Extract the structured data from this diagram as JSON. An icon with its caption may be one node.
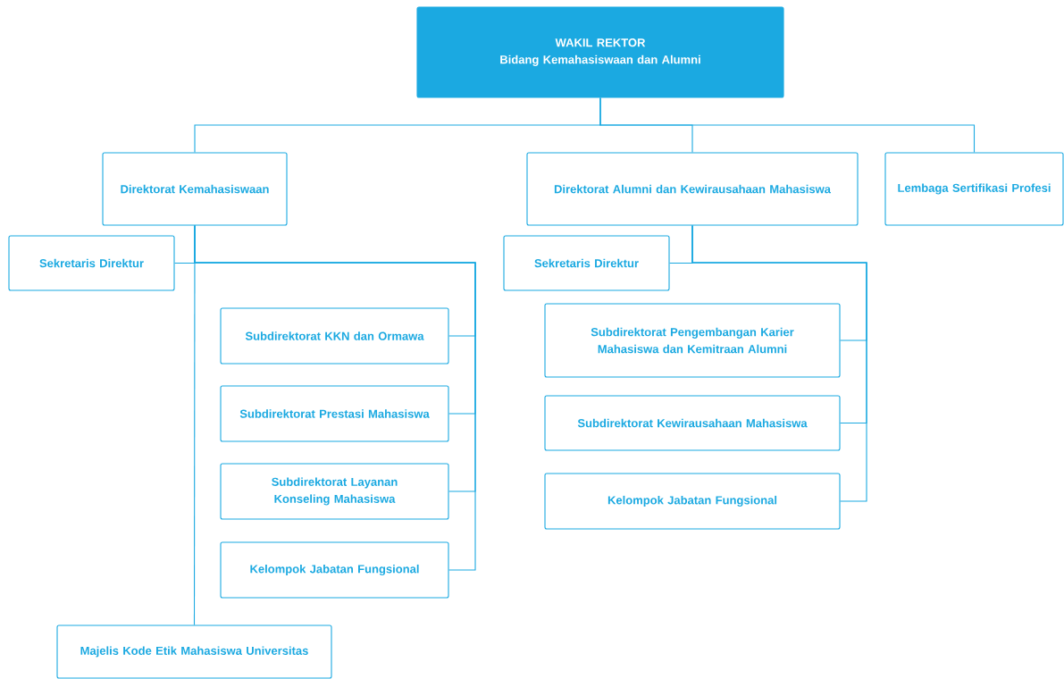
{
  "diagram": {
    "nodes": [
      {
        "text": [
          "WAKIL REKTOR",
          "Bidang Kemahasiswaan dan Alumni"
        ]
      },
      {
        "text": [
          "Direktorat Kemahasiswaan"
        ]
      },
      {
        "text": [
          "Direktorat Alumni dan Kewirausahaan Mahasiswa"
        ]
      },
      {
        "text": [
          "Lembaga Sertifikasi Profesi"
        ]
      },
      {
        "text": [
          "Sekretaris Direktur"
        ]
      },
      {
        "text": [
          "Subdirektorat KKN dan Ormawa"
        ]
      },
      {
        "text": [
          "Subdirektorat Prestasi Mahasiswa"
        ]
      },
      {
        "text": [
          "Subdirektorat Layanan Konseling Mahasiswa"
        ]
      },
      {
        "text": [
          "Kelompok Jabatan Fungsional"
        ]
      },
      {
        "text": [
          "Sekretaris Direktur"
        ]
      },
      {
        "text": [
          "Subdirektorat Pengembangan Karier Mahasiswa dan Kemitraan Alumni"
        ]
      },
      {
        "text": [
          "Subdirektorat Kewirausahaan Mahasiswa"
        ]
      },
      {
        "text": [
          "Kelompok Jabatan Fungsional"
        ]
      },
      {
        "text": [
          "Majelis Kode Etik Mahasiswa Universitas"
        ]
      }
    ],
    "edges": [
      {
        "from": 0,
        "to": 1,
        "arrow": "none"
      },
      {
        "from": 0,
        "to": 2,
        "arrow": "none"
      },
      {
        "from": 0,
        "to": 3,
        "arrow": "none"
      },
      {
        "from": 1,
        "to": 4,
        "arrow": "none"
      },
      {
        "from": 1,
        "to": 5,
        "arrow": "none"
      },
      {
        "from": 1,
        "to": 6,
        "arrow": "none"
      },
      {
        "from": 1,
        "to": 7,
        "arrow": "none"
      },
      {
        "from": 1,
        "to": 8,
        "arrow": "none"
      },
      {
        "from": 1,
        "to": 13,
        "arrow": "none"
      },
      {
        "from": 2,
        "to": 9,
        "arrow": "none"
      },
      {
        "from": 2,
        "to": 10,
        "arrow": "none"
      },
      {
        "from": 2,
        "to": 11,
        "arrow": "none"
      },
      {
        "from": 2,
        "to": 12,
        "arrow": "none"
      }
    ]
  }
}
